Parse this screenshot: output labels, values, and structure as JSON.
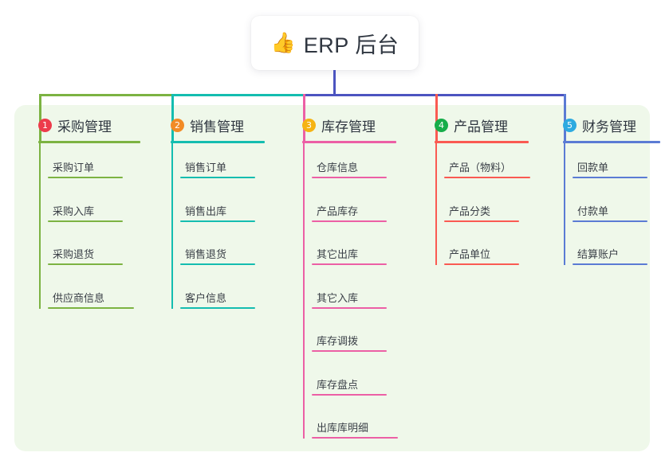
{
  "title": {
    "emoji": "👍",
    "emoji_name": "thumbs-up-icon",
    "text": "ERP 后台"
  },
  "theme": {
    "panel_bg": "#eff8ea",
    "card_bg": "#ffffff",
    "text": "#2f3640",
    "trunk": "#4c54c0"
  },
  "columns": [
    {
      "number": "1",
      "title": "采购管理",
      "badge_color": "#ed3b4b",
      "line_color": "#7cb342",
      "items": [
        {
          "label": "采购订单"
        },
        {
          "label": "采购入库"
        },
        {
          "label": "采购退货"
        },
        {
          "label": "供应商信息"
        }
      ]
    },
    {
      "number": "2",
      "title": "销售管理",
      "badge_color": "#f28b26",
      "line_color": "#14bdb0",
      "items": [
        {
          "label": "销售订单"
        },
        {
          "label": "销售出库"
        },
        {
          "label": "销售退货"
        },
        {
          "label": "客户信息"
        }
      ]
    },
    {
      "number": "3",
      "title": "库存管理",
      "badge_color": "#f5b313",
      "line_color": "#ec5fa5",
      "items": [
        {
          "label": "仓库信息"
        },
        {
          "label": "产品库存"
        },
        {
          "label": "其它出库"
        },
        {
          "label": "其它入库"
        },
        {
          "label": "库存调拨"
        },
        {
          "label": "库存盘点"
        },
        {
          "label": "出库库明细"
        }
      ]
    },
    {
      "number": "4",
      "title": "产品管理",
      "badge_color": "#17ad4a",
      "line_color": "#fa5a52",
      "items": [
        {
          "label": "产品（物料）"
        },
        {
          "label": "产品分类"
        },
        {
          "label": "产品单位"
        }
      ]
    },
    {
      "number": "5",
      "title": "财务管理",
      "badge_color": "#2daae0",
      "line_color": "#5b7bd4",
      "items": [
        {
          "label": "回款单"
        },
        {
          "label": "付款单"
        },
        {
          "label": "结算账户"
        }
      ]
    }
  ]
}
